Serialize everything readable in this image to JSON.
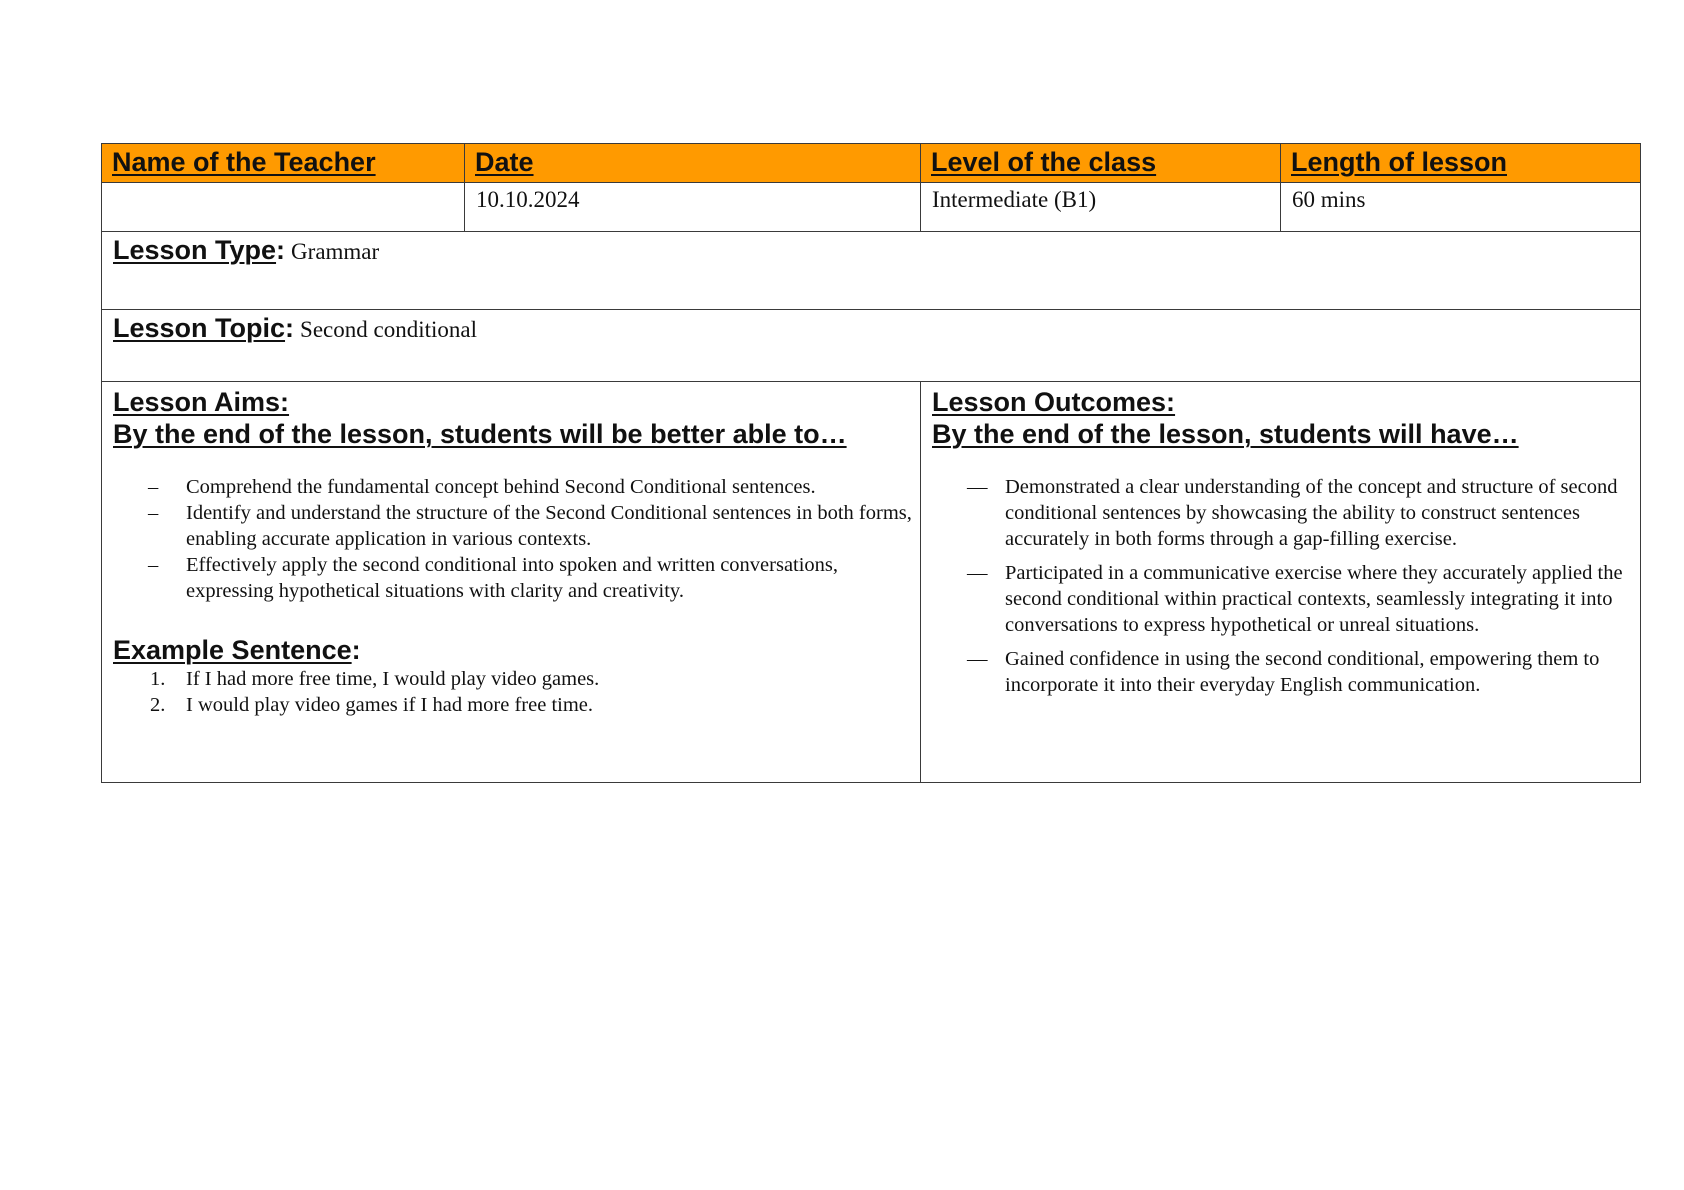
{
  "header": {
    "teacher_label": "Name of the Teacher",
    "date_label": "Date",
    "level_label": "Level of the class",
    "length_label": "Length of lesson"
  },
  "info": {
    "teacher": "",
    "date": "10.10.2024",
    "level": "Intermediate (B1)",
    "length": "60 mins"
  },
  "lesson_type": {
    "label": "Lesson Type",
    "value": "Grammar"
  },
  "lesson_topic": {
    "label": "Lesson Topic",
    "value": "Second conditional"
  },
  "aims": {
    "title": "Lesson Aims:",
    "subtitle": "By the end of the lesson, students will be better able to…",
    "items": [
      "Comprehend the fundamental concept behind Second Conditional sentences.",
      "Identify and understand the  structure of  the Second Conditional sentences in both forms, enabling accurate application in various contexts.",
      "Effectively apply the second conditional into spoken and written conversations, expressing hypothetical situations with clarity and creativity."
    ],
    "marker": "–"
  },
  "example": {
    "title": "Example Sentence",
    "colon": ":",
    "items": [
      {
        "num": "1.",
        "text": "If I had more free time, I would play video games."
      },
      {
        "num": "2.",
        "text": "I would play video games if I had more free time."
      }
    ]
  },
  "outcomes": {
    "title": "Lesson Outcomes:",
    "subtitle": "By the end of the lesson, students will have…",
    "items": [
      "Demonstrated a clear understanding of the concept and structure of second conditional sentences by showcasing the ability to construct sentences accurately in both forms through a gap-filling exercise.",
      "Participated in a communicative exercise where they accurately applied the second conditional within practical contexts, seamlessly integrating it into conversations to express hypothetical or unreal situations.",
      "Gained confidence in using the second conditional, empowering them to incorporate it into their everyday English communication."
    ],
    "marker": "—"
  },
  "colors": {
    "header_bg": "#ff9a00",
    "border": "#3a3a3a"
  }
}
